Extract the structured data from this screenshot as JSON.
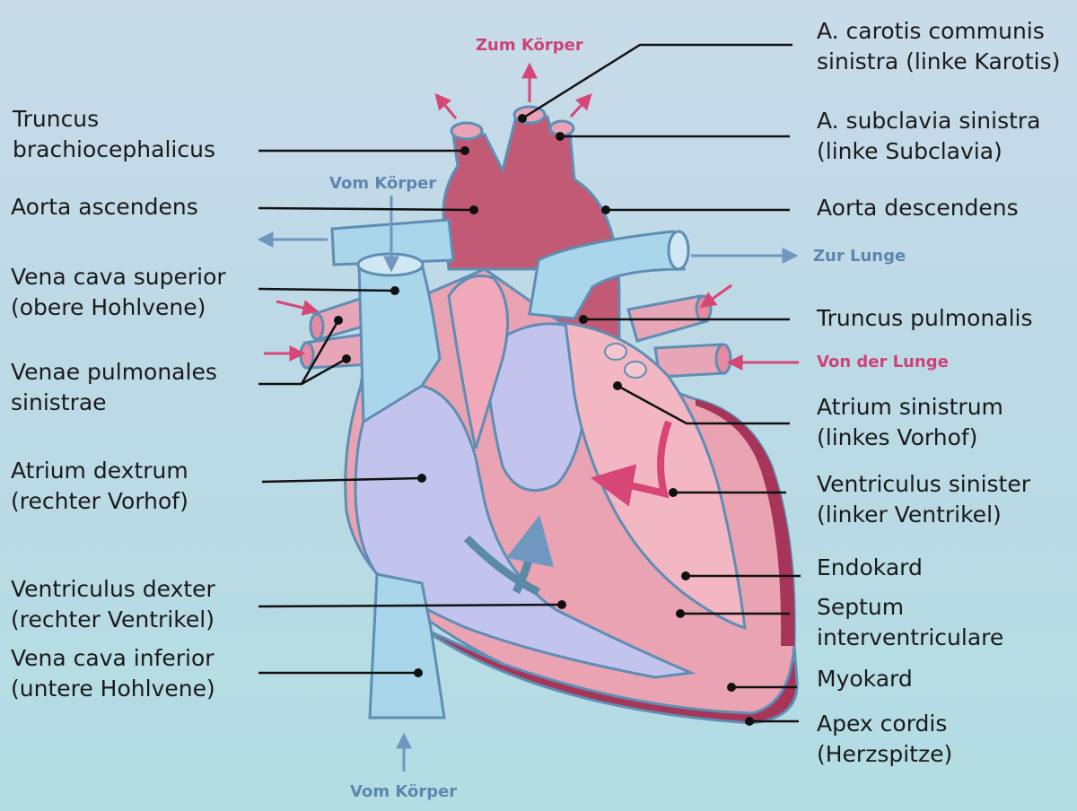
{
  "colors": {
    "aorta": "#c25a76",
    "aorta_dark": "#8e3352",
    "vein_blue": "#a9d6ea",
    "vein_outline": "#5e8eb4",
    "myocard": "#e9a3b2",
    "chamber_left": "#f3b7c4",
    "chamber_right": "#c3c4ee",
    "apex": "#a63558",
    "arrow_red": "#d64777",
    "arrow_blue": "#6f97c0",
    "leader": "#111111"
  },
  "labels": {
    "truncus_brachio_1": "Truncus",
    "truncus_brachio_2": "brachiocephalicus",
    "aorta_ascendens": "Aorta ascendens",
    "vcs_1": "Vena cava superior",
    "vcs_2": "(obere Hohlvene)",
    "vps_1": "Venae pulmonales",
    "vps_2": "sinistrae",
    "atrium_dextrum_1": "Atrium dextrum",
    "atrium_dextrum_2": "(rechter Vorhof)",
    "vd_1": "Ventriculus dexter",
    "vd_2": "(rechter Ventrikel)",
    "vci_1": "Vena cava inferior",
    "vci_2": "(untere Hohlvene)",
    "carotis_1": "A. carotis communis",
    "carotis_2": "sinistra (linke Karotis)",
    "subclavia_1": "A. subclavia sinistra",
    "subclavia_2": "(linke Subclavia)",
    "aorta_descendens": "Aorta descendens",
    "truncus_pulmonalis": "Truncus pulmonalis",
    "atrium_sinistrum_1": "Atrium sinistrum",
    "atrium_sinistrum_2": "(linkes Vorhof)",
    "vs_1": "Ventriculus sinister",
    "vs_2": "(linker Ventrikel)",
    "endokard": "Endokard",
    "septum_1": "Septum",
    "septum_2": "interventriculare",
    "myokard": "Myokard",
    "apex_1": "Apex cordis",
    "apex_2": "(Herzspitze)"
  },
  "flow": {
    "zum_koerper": "Zum Körper",
    "vom_koerper_top": "Vom Körper",
    "zur_lunge": "Zur Lunge",
    "von_der_lunge": "Von der Lunge",
    "vom_koerper_bottom": "Vom Körper"
  }
}
